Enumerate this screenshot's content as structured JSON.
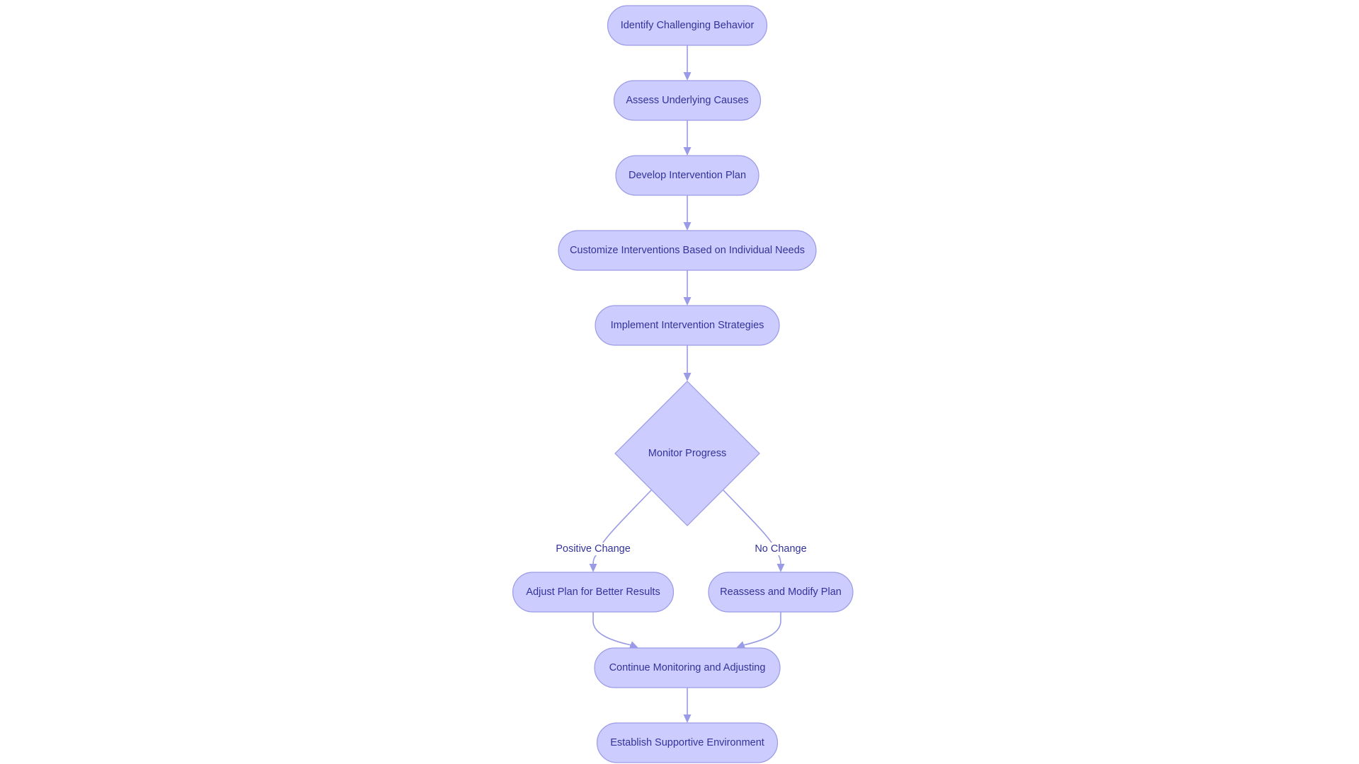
{
  "diagram": {
    "type": "flowchart",
    "colors": {
      "node_fill": "#CCCCFF",
      "node_stroke": "#9A9AE6",
      "text": "#333399",
      "edge": "#9A9AE6",
      "background": "#ffffff"
    },
    "nodes": [
      {
        "id": "identify",
        "label": "Identify Challenging Behavior",
        "shape": "stadium"
      },
      {
        "id": "assess",
        "label": "Assess Underlying Causes",
        "shape": "stadium"
      },
      {
        "id": "develop",
        "label": "Develop Intervention Plan",
        "shape": "stadium"
      },
      {
        "id": "customize",
        "label": "Customize Interventions Based on Individual Needs",
        "shape": "stadium"
      },
      {
        "id": "implement",
        "label": "Implement Intervention Strategies",
        "shape": "stadium"
      },
      {
        "id": "monitor",
        "label": "Monitor Progress",
        "shape": "diamond"
      },
      {
        "id": "adjust",
        "label": "Adjust Plan for Better Results",
        "shape": "stadium"
      },
      {
        "id": "reassess",
        "label": "Reassess and Modify Plan",
        "shape": "stadium"
      },
      {
        "id": "continue",
        "label": "Continue Monitoring and Adjusting",
        "shape": "stadium"
      },
      {
        "id": "establish",
        "label": "Establish Supportive Environment",
        "shape": "stadium"
      }
    ],
    "edges": [
      {
        "from": "identify",
        "to": "assess",
        "label": ""
      },
      {
        "from": "assess",
        "to": "develop",
        "label": ""
      },
      {
        "from": "develop",
        "to": "customize",
        "label": ""
      },
      {
        "from": "customize",
        "to": "implement",
        "label": ""
      },
      {
        "from": "implement",
        "to": "monitor",
        "label": ""
      },
      {
        "from": "monitor",
        "to": "adjust",
        "label": "Positive Change"
      },
      {
        "from": "monitor",
        "to": "reassess",
        "label": "No Change"
      },
      {
        "from": "adjust",
        "to": "continue",
        "label": ""
      },
      {
        "from": "reassess",
        "to": "continue",
        "label": ""
      },
      {
        "from": "continue",
        "to": "establish",
        "label": ""
      }
    ]
  }
}
